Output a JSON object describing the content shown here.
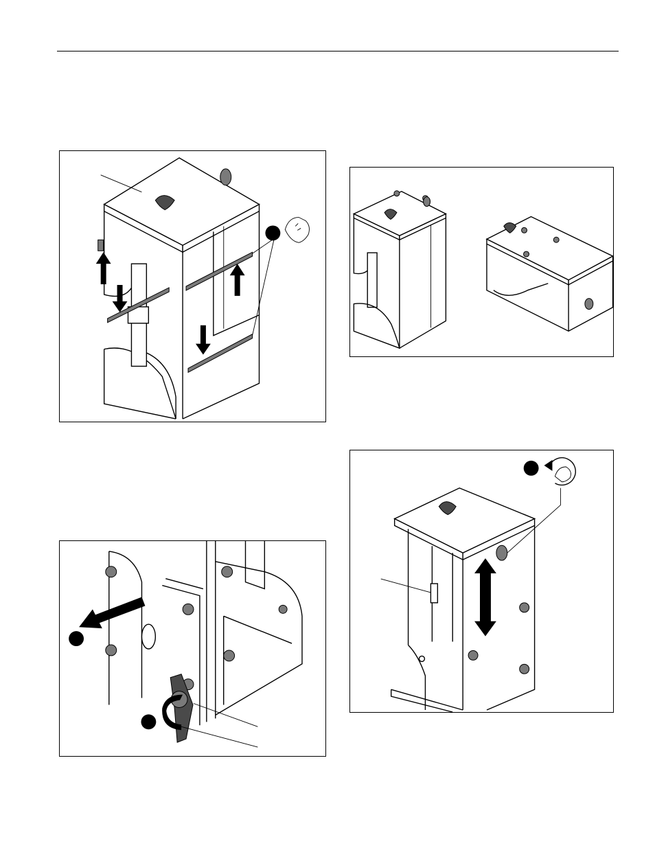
{
  "page": {
    "header_rule": true
  },
  "figures": [
    {
      "id": "figure-rails-insertion",
      "callout_markers": 1,
      "icon": "hand-push-icon"
    },
    {
      "id": "figure-two-orientations",
      "callout_markers": 0
    },
    {
      "id": "figure-knob-loosen-slide",
      "callout_markers": 1,
      "icon": "hand-rotate-icon"
    },
    {
      "id": "figure-knob-removal",
      "callout_markers": 2,
      "icon": "pull-arrow-icon"
    }
  ]
}
